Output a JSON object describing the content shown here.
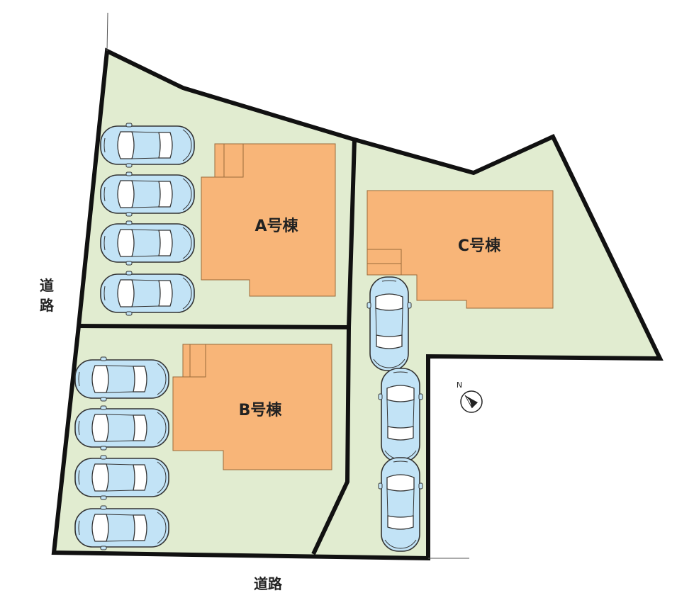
{
  "buildings": {
    "a": {
      "label": "A号棟"
    },
    "b": {
      "label": "B号棟"
    },
    "c": {
      "label": "C号棟"
    }
  },
  "roads": {
    "west": {
      "label": "道路"
    },
    "south": {
      "label": "道路"
    }
  },
  "compass": {
    "north_label": "N"
  },
  "parking": {
    "a_spaces": 4,
    "b_spaces": 4,
    "c_spaces": 3
  },
  "colors": {
    "lot": "#e1ecd0",
    "building": "#f8b578",
    "car_body": "#c2e3f6",
    "car_glass": "#ffffff",
    "boundary": "#111111"
  },
  "icons": [
    "car-icon",
    "compass-icon"
  ]
}
